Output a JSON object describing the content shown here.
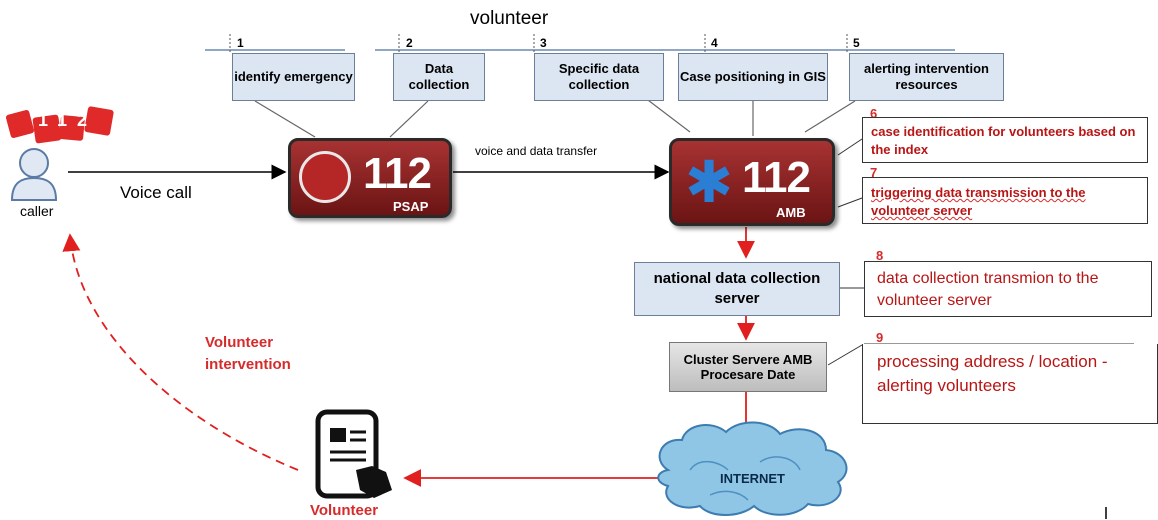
{
  "title": "volunteer",
  "steps": [
    {
      "num": "1",
      "label": "identify emergency"
    },
    {
      "num": "2",
      "label": "Data collection"
    },
    {
      "num": "3",
      "label": "Specific data collection"
    },
    {
      "num": "4",
      "label": "Case positioning in GIS"
    },
    {
      "num": "5",
      "label": "alerting intervention resources"
    }
  ],
  "caller": {
    "label": "caller",
    "badge_digits": [
      "1",
      "1",
      "2"
    ]
  },
  "voice_call": "Voice call",
  "psap": {
    "number": "112",
    "label": "PSAP"
  },
  "transfer_label": "voice and data transfer",
  "amb": {
    "number": "112",
    "label": "AMB"
  },
  "notes": [
    {
      "num": "6",
      "text": "case identification for volunteers based on the index"
    },
    {
      "num": "7",
      "text": "triggering data transmission to the volunteer server"
    },
    {
      "num": "8",
      "text": "data collection transmion to the volunteer server"
    },
    {
      "num": "9",
      "text": "processing address / location - alerting volunteers"
    }
  ],
  "national_server": "national data collection server",
  "cluster_server": "Cluster Servere AMB Procesare Date",
  "internet": "INTERNET",
  "volunteer_label": "Volunteer",
  "volunteer_intervention": "Volunteer intervention",
  "colors": {
    "red": "#d62b2b",
    "box_fill": "#dce6f2",
    "logo_red": "#8b1f1f"
  }
}
